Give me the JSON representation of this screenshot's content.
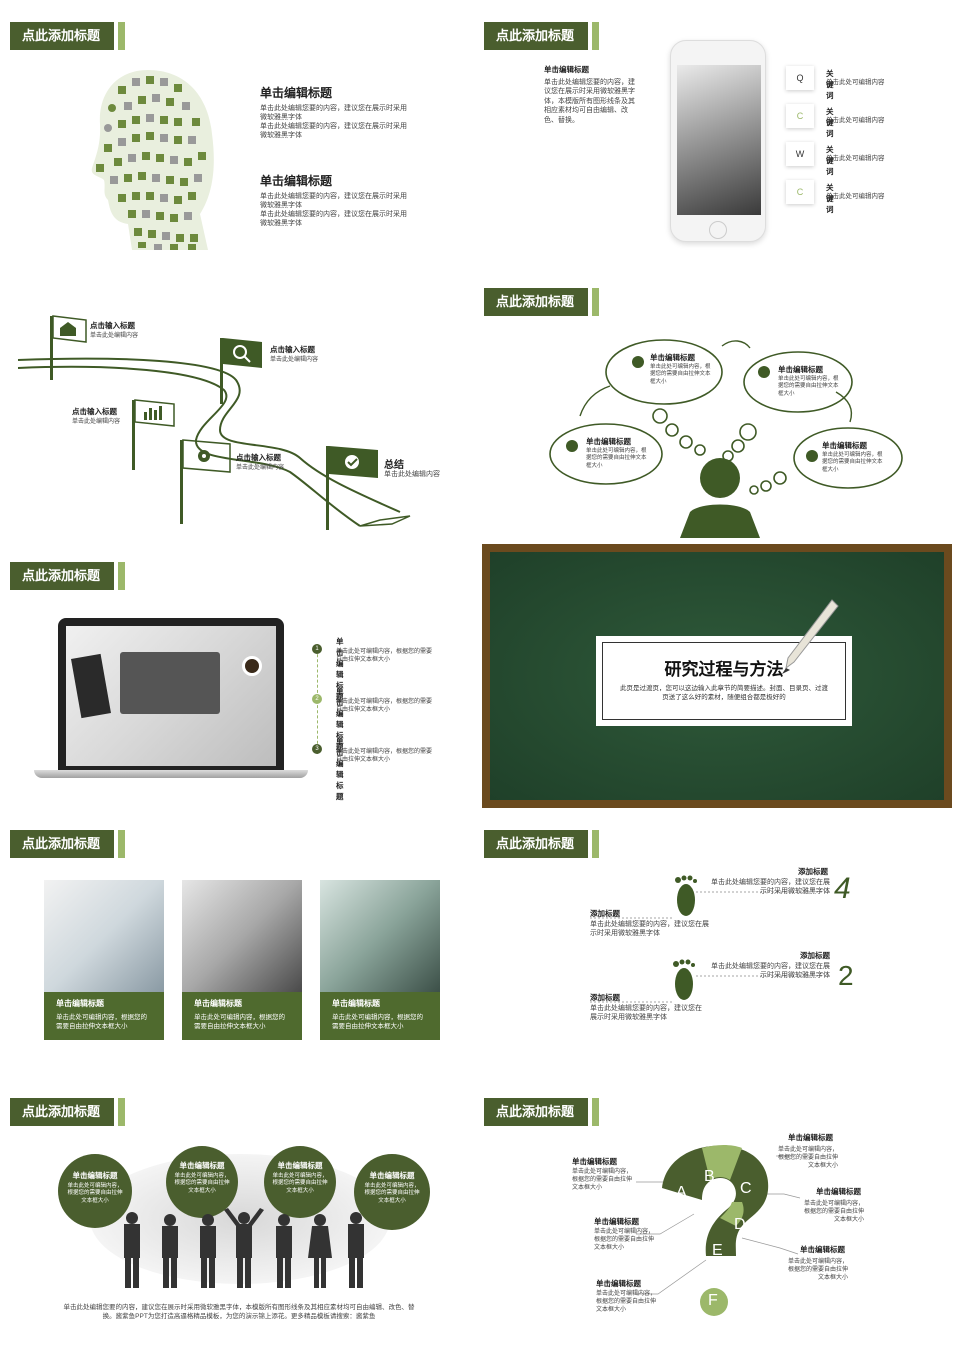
{
  "colors": {
    "accent": "#4a5e2e",
    "accent_light": "#9cb86a",
    "board": "#24452f",
    "board_frame": "#6b4a1e"
  },
  "tag_label": "点此添加标题",
  "s1": {
    "heading1": "单击编辑标题",
    "body1a": "单击此处编辑您要的内容，建议您在展示时采用微软雅黑字体",
    "body1b": "单击此处编辑您要的内容，建议您在展示时采用微软雅黑字体",
    "heading2": "单击编辑标题",
    "body2a": "单击此处编辑您要的内容，建议您在展示时采用微软雅黑字体",
    "body2b": "单击此处编辑您要的内容，建议您在展示时采用微软雅黑字体"
  },
  "s2": {
    "heading": "单击编辑标题",
    "body": "单击此处编辑您要的内容，建议您在展示时采用微软雅黑字体，本模版所有图形线条及其相应素材均可自由编辑、改色、替换。",
    "items": [
      {
        "letter": "Q",
        "title": "关键词",
        "body": "单击此处可编辑内容"
      },
      {
        "letter": "C",
        "title": "关键词",
        "body": "单击此处可编辑内容"
      },
      {
        "letter": "W",
        "title": "关键词",
        "body": "单击此处可编辑内容"
      },
      {
        "letter": "C",
        "title": "关键词",
        "body": "单击此处可编辑内容"
      }
    ]
  },
  "s3": {
    "f1_title": "点击输入标题",
    "f1_body": "单击此处编辑内容",
    "f2_title": "点击输入标题",
    "f2_body": "单击此处编辑内容",
    "f3_title": "点击输入标题",
    "f3_body": "单击此处编辑内容",
    "f4_title": "点击输入标题",
    "f4_body": "单击此处编辑内容",
    "f5_title": "总结",
    "f5_body": "单击此处编辑内容"
  },
  "s4": {
    "c1_title": "单击编辑标题",
    "c1_body": "单击此处可编辑内容，根据您的需要自由拉伸文本框大小",
    "c2_title": "单击编辑标题",
    "c2_body": "单击此处可编辑内容，根据您的需要自由拉伸文本框大小",
    "c3_title": "单击编辑标题",
    "c3_body": "单击此处可编辑内容，根据您的需要自由拉伸文本框大小",
    "c4_title": "单击编辑标题",
    "c4_body": "单击此处可编辑内容，根据您的需要自由拉伸文本框大小"
  },
  "s5": {
    "items": [
      {
        "num": "1",
        "title": "单击编辑标题",
        "body": "单击此处可编辑内容，根据您的需要自由拉伸文本框大小"
      },
      {
        "num": "2",
        "title": "单击编辑标题",
        "body": "单击此处可编辑内容，根据您的需要自由拉伸文本框大小"
      },
      {
        "num": "3",
        "title": "单击编辑标题",
        "body": "单击此处可编辑内容，根据您的需要自由拉伸文本框大小"
      }
    ]
  },
  "s6": {
    "title": "研究过程与方法",
    "body": "此页是过渡页，您可以这边输入此章节的简要描述。封面、目录页、过渡页送了这么好的素材，随便组合都是极好的"
  },
  "s7": {
    "cards": [
      {
        "title": "单击编辑标题",
        "body": "单击此处可编辑内容，根据您的需要自由拉伸文本框大小"
      },
      {
        "title": "单击编辑标题",
        "body": "单击此处可编辑内容，根据您的需要自由拉伸文本框大小"
      },
      {
        "title": "单击编辑标题",
        "body": "单击此处可编辑内容，根据您的需要自由拉伸文本框大小"
      }
    ]
  },
  "s8": {
    "r1_title": "添加标题",
    "r1_body": "单击此处编辑您要的内容，建议您在展示时采用微软雅黑字体",
    "r1_num": "4",
    "l1_title": "添加标题",
    "l1_body": "单击此处编辑您要的内容，建议您在展示时采用微软雅黑字体",
    "r2_title": "添加标题",
    "r2_body": "单击此处编辑您要的内容，建议您在展示时采用微软雅黑字体",
    "r2_num": "2",
    "l2_title": "添加标题",
    "l2_body": "单击此处编辑您要的内容，建议您在展示时采用微软雅黑字体"
  },
  "s9": {
    "circles": [
      {
        "title": "单击编辑标题",
        "body": "单击此处可编辑内容，根据您的需要自由拉伸文本框大小"
      },
      {
        "title": "单击编辑标题",
        "body": "单击此处可编辑内容，根据您的需要自由拉伸文本框大小"
      },
      {
        "title": "单击编辑标题",
        "body": "单击此处可编辑内容，根据您的需要自由拉伸文本框大小"
      },
      {
        "title": "单击编辑标题",
        "body": "单击此处可编辑内容，根据您的需要自由拉伸文本框大小"
      }
    ],
    "footer": "单击此处编辑您要的内容，建议您在展示时采用微软雅黑字体，本模版所有图形线条及其相应素材均可自由编辑、改色、替换。酱紫鱼PPT为您打造高逼格精品模板，为您的演示锦上添花。更多精品模板请搜索：酱紫鱼"
  },
  "s10": {
    "letters": [
      "A",
      "B",
      "C",
      "D",
      "E",
      "F"
    ],
    "left": [
      {
        "title": "单击编辑标题",
        "body": "单击此处可编辑内容，根据您的需要自由拉伸文本框大小"
      },
      {
        "title": "单击编辑标题",
        "body": "单击此处可编辑内容，根据您的需要自由拉伸文本框大小"
      },
      {
        "title": "单击编辑标题",
        "body": "单击此处可编辑内容，根据您的需要自由拉伸文本框大小"
      }
    ],
    "right": [
      {
        "title": "单击编辑标题",
        "body": "单击此处可编辑内容，根据您的需要自由拉伸文本框大小"
      },
      {
        "title": "单击编辑标题",
        "body": "单击此处可编辑内容，根据您的需要自由拉伸文本框大小"
      },
      {
        "title": "单击编辑标题",
        "body": "单击此处可编辑内容，根据您的需要自由拉伸文本框大小"
      }
    ]
  }
}
